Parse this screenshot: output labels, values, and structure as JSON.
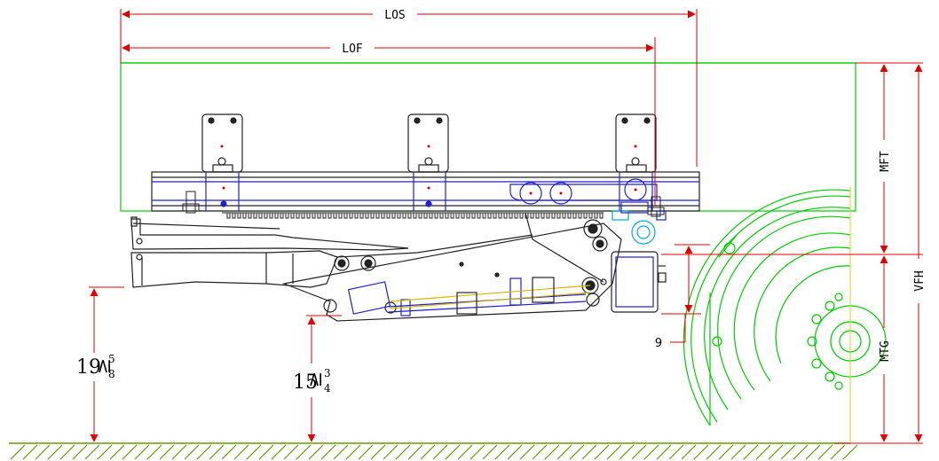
{
  "dimensions": {
    "los": "LOS",
    "lof": "LOF",
    "mft": "MFT",
    "mtg": "MTG",
    "vfh": "VFH",
    "nine": "9"
  },
  "ground_clearance_left": {
    "main": "19",
    "ge": "≥",
    "frac_top": "5",
    "frac_bottom": "8"
  },
  "ground_clearance_mid": {
    "main": "15",
    "ge": "≥",
    "frac_top": "3",
    "frac_bottom": "4"
  },
  "colors": {
    "dimension": "#e00000",
    "frame": "#00cc00",
    "lift": "#2020cc",
    "mechanism": "#222222",
    "ground": "#669900",
    "cylinder": "#d4b800",
    "motor": "#00aadd"
  }
}
